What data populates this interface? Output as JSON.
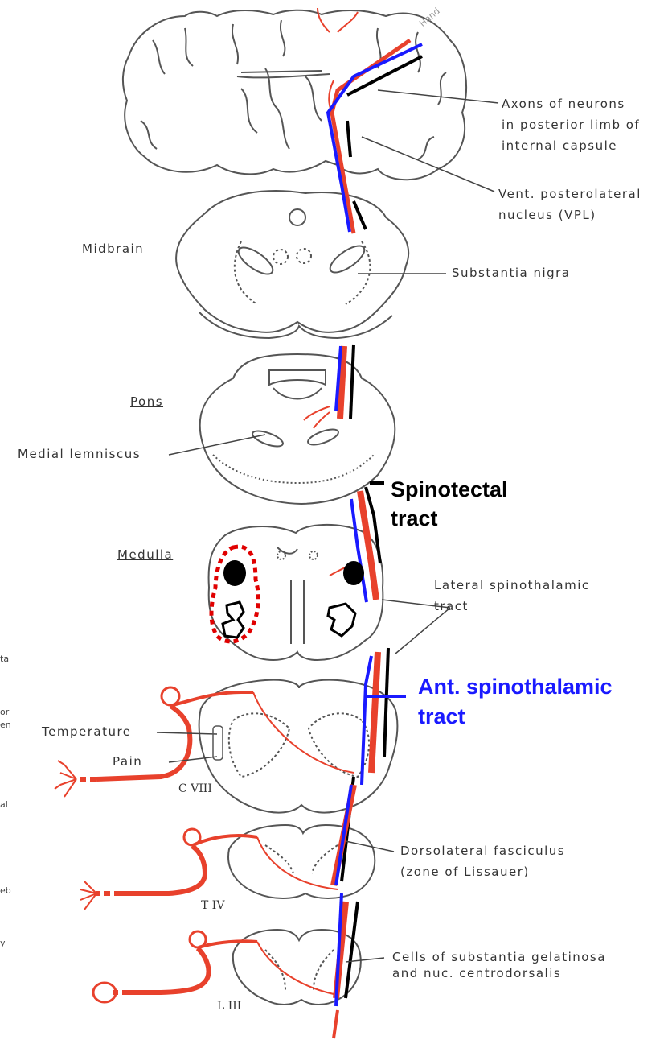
{
  "labels": {
    "internal_capsule": [
      "Axons of neurons",
      "in posterior limb of",
      "internal capsule"
    ],
    "vpl": [
      "Vent. posterolateral",
      "nucleus (VPL)"
    ],
    "midbrain": "Midbrain",
    "substantia_nigra": "Substantia nigra",
    "pons": "Pons",
    "medial_lemniscus": "Medial lemniscus",
    "spinotectal": [
      "Spinotectal",
      "tract"
    ],
    "medulla": "Medulla",
    "lateral_spinothalamic": [
      "Lateral spinothalamic",
      "tract"
    ],
    "ant_spinothalamic": [
      "Ant. spinothalamic",
      "tract"
    ],
    "temperature": "Temperature",
    "pain": "Pain",
    "level_c8": "C VIII",
    "dorsolateral": [
      "Dorsolateral fasciculus",
      "(zone of Lissauer)"
    ],
    "level_t4": "T IV",
    "substantia_gelatinosa": [
      "Cells of substantia gelatinosa",
      "and nuc. centrodorsalis"
    ],
    "level_l3": "L III",
    "hand": "Hand"
  },
  "cut_text": [
    "ta",
    "or",
    "en",
    "al",
    "eb",
    "y"
  ],
  "colors": {
    "ink": "#333333",
    "tract_red": "#e8412c",
    "ant_blue": "#1a1aff",
    "spinotectal_black": "#000000",
    "dotted_red": "#e00000"
  }
}
